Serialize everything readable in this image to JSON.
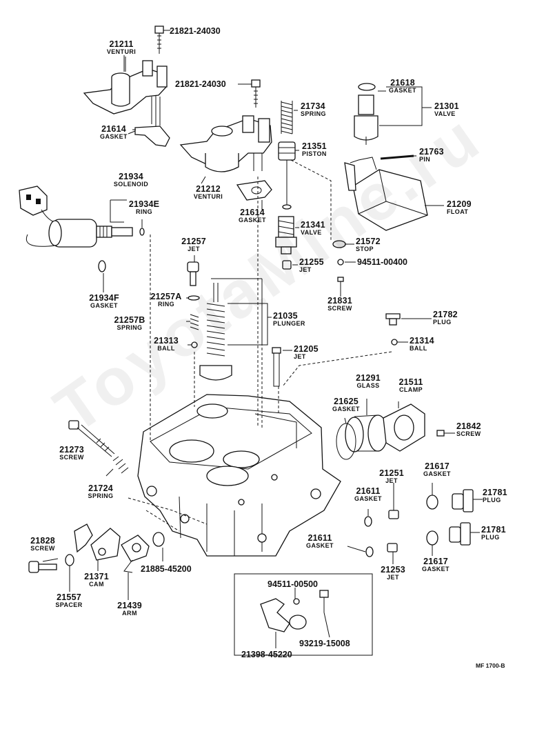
{
  "parts": {
    "p21821_top": {
      "num": "21821-24030"
    },
    "p21211": {
      "num": "21211",
      "name": "VENTURI"
    },
    "p21821_mid": {
      "num": "21821-24030"
    },
    "p21614_left": {
      "num": "21614",
      "name": "GASKET"
    },
    "p21734": {
      "num": "21734",
      "name": "SPRING"
    },
    "p21618": {
      "num": "21618",
      "name": "GASKET"
    },
    "p21301": {
      "num": "21301",
      "name": "VALVE"
    },
    "p21351": {
      "num": "21351",
      "name": "PISTON"
    },
    "p21763": {
      "num": "21763",
      "name": "PIN"
    },
    "p21212": {
      "num": "21212",
      "name": "VENTURI"
    },
    "p21934": {
      "num": "21934",
      "name": "SOLENOID"
    },
    "p21934E": {
      "num": "21934E",
      "name": "RING"
    },
    "p21614_mid": {
      "num": "21614",
      "name": "GASKET"
    },
    "p21209": {
      "num": "21209",
      "name": "FLOAT"
    },
    "p21341": {
      "num": "21341",
      "name": "VALVE"
    },
    "p21257": {
      "num": "21257",
      "name": "JET"
    },
    "p21572": {
      "num": "21572",
      "name": "STOP"
    },
    "p94511_0400": {
      "num": "94511-00400"
    },
    "p21255": {
      "num": "21255",
      "name": "JET"
    },
    "p21934F": {
      "num": "21934F",
      "name": "GASKET"
    },
    "p21257A": {
      "num": "21257A",
      "name": "RING"
    },
    "p21831": {
      "num": "21831",
      "name": "SCREW"
    },
    "p21257B": {
      "num": "21257B",
      "name": "SPRING"
    },
    "p21035": {
      "num": "21035",
      "name": "PLUNGER"
    },
    "p21782": {
      "num": "21782",
      "name": "PLUG"
    },
    "p21313": {
      "num": "21313",
      "name": "BALL"
    },
    "p21205": {
      "num": "21205",
      "name": "JET"
    },
    "p21314": {
      "num": "21314",
      "name": "BALL"
    },
    "p21291": {
      "num": "21291",
      "name": "GLASS"
    },
    "p21511": {
      "num": "21511",
      "name": "CLAMP"
    },
    "p21625": {
      "num": "21625",
      "name": "GASKET"
    },
    "p21842": {
      "num": "21842",
      "name": "SCREW"
    },
    "p21273": {
      "num": "21273",
      "name": "SCREW"
    },
    "p21251": {
      "num": "21251",
      "name": "JET"
    },
    "p21617_top": {
      "num": "21617",
      "name": "GASKET"
    },
    "p21611_top": {
      "num": "21611",
      "name": "GASKET"
    },
    "p21724": {
      "num": "21724",
      "name": "SPRING"
    },
    "p21781_top": {
      "num": "21781",
      "name": "PLUG"
    },
    "p21781_bot": {
      "num": "21781",
      "name": "PLUG"
    },
    "p21611_bot": {
      "num": "21611",
      "name": "GASKET"
    },
    "p21828": {
      "num": "21828",
      "name": "SCREW"
    },
    "p21885": {
      "num": "21885-45200"
    },
    "p21371": {
      "num": "21371",
      "name": "CAM"
    },
    "p21617_bot": {
      "num": "21617",
      "name": "GASKET"
    },
    "p21253": {
      "num": "21253",
      "name": "JET"
    },
    "p94511_0500": {
      "num": "94511-00500"
    },
    "p21557": {
      "num": "21557",
      "name": "SPACER"
    },
    "p21439": {
      "num": "21439",
      "name": "ARM"
    },
    "p93219": {
      "num": "93219-15008"
    },
    "p21398": {
      "num": "21398-45220"
    }
  },
  "figure_code": "MF 1700-B",
  "watermark": "ToyotaMine.ru"
}
